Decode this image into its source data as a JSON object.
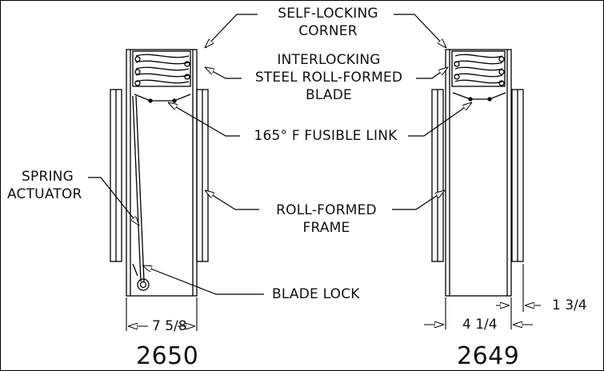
{
  "labels": {
    "self_locking_corner": [
      "SELF-LOCKING",
      "CORNER"
    ],
    "interlocking_blade": [
      "INTERLOCKING",
      "STEEL ROLL-FORMED",
      "BLADE"
    ],
    "fusible_link": "165° F FUSIBLE LINK",
    "spring_actuator": [
      "SPRING",
      "ACTUATOR"
    ],
    "roll_formed_frame": [
      "ROLL-FORMED",
      "FRAME"
    ],
    "blade_lock": "BLADE LOCK"
  },
  "dimensions": {
    "width_2650": "7 5/8",
    "width_2649": "4 1/4",
    "side_2649": "1 3/4"
  },
  "models": {
    "left": "2650",
    "right": "2649"
  }
}
